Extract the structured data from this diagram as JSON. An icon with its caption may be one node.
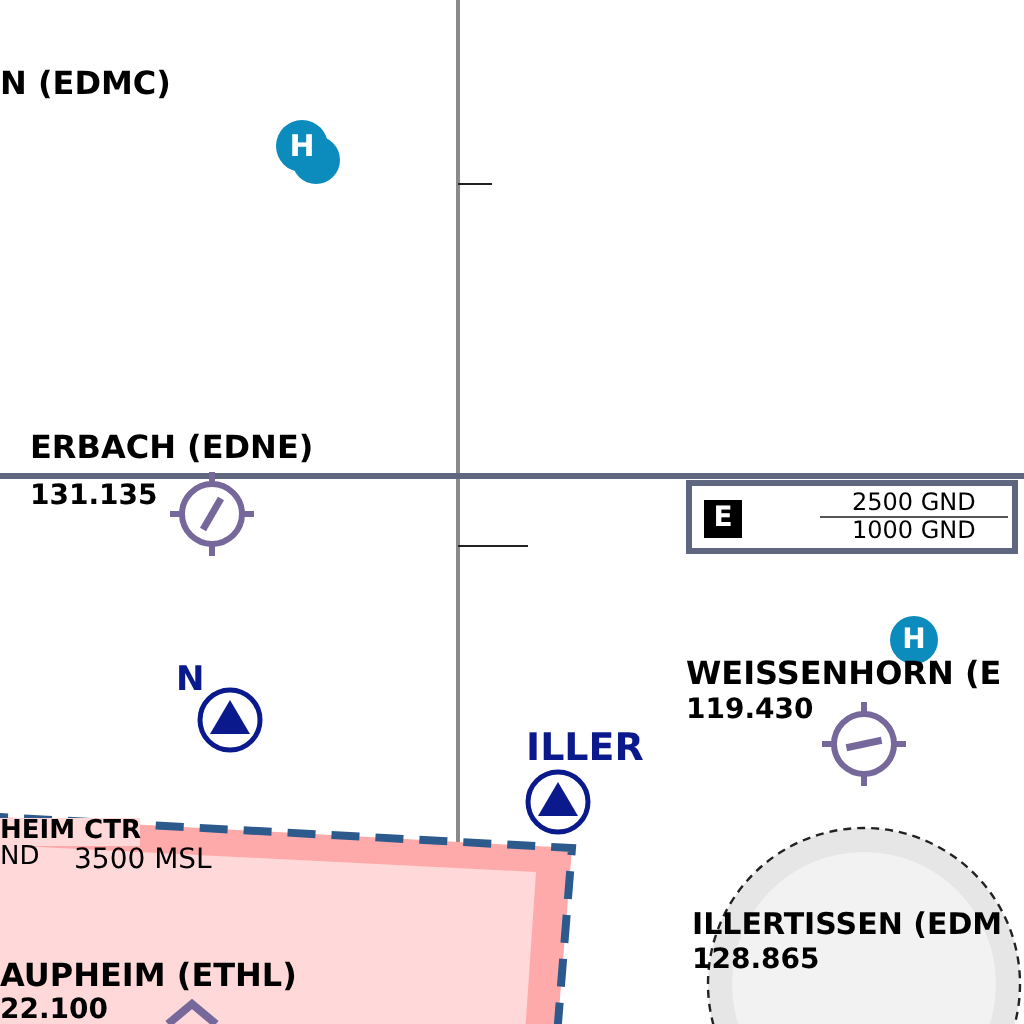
{
  "diagram": {
    "nodes": [
      {
        "text": [
          "E",
          "2500 GND",
          "1000 GND"
        ]
      },
      {
        "text": [
          "HEIM CTR",
          "ND",
          "3500 MSL"
        ]
      },
      {
        "text": [
          "ILLERTISSEN (EDM",
          "128.865"
        ]
      }
    ],
    "labels": [
      "N (EDMC)",
      "H",
      "ERBACH (EDNE)",
      "131.135",
      "H",
      "WEISSENHORN (E",
      "119.430",
      "N",
      "ILLER",
      "AUPHEIM (ETHL)",
      "22.100"
    ]
  }
}
